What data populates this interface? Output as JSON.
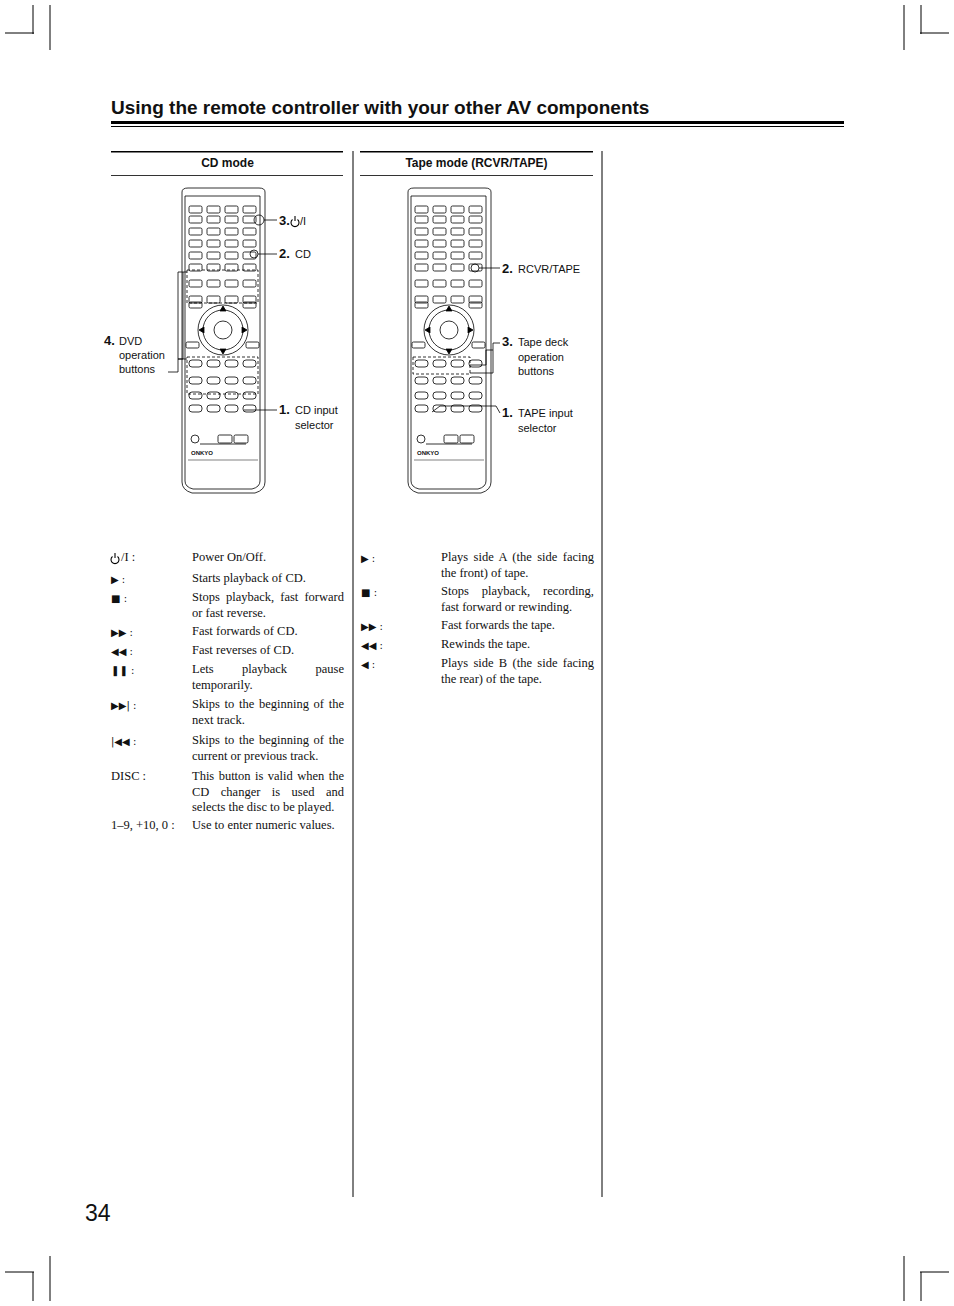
{
  "diagram": {
    "title": "Using the remote controller with your other AV components",
    "labels": [
      "CD mode",
      "Tape mode (RCVR/TAPE)",
      "3.",
      "/I",
      "2.",
      "CD",
      "4.",
      "DVD operation buttons",
      "1.",
      "CD input selector",
      "ONKYO",
      "2.",
      "RCVR/TAPE",
      "3.",
      "Tape deck operation buttons",
      "1.",
      "TAPE input selector",
      "ONKYO",
      "/I :",
      "Power On/Off.",
      "▶ :",
      "Starts playback of CD.",
      "■ :",
      "Stops playback, fast forward or fast reverse.",
      "▶▶ :",
      "Fast forwards of CD.",
      "◀◀ :",
      "Fast reverses of CD.",
      "❚❚ :",
      "Lets playback pause temporarily.",
      "▶▶| :",
      "Skips to the beginning of the next track.",
      "|◀◀ :",
      "Skips to the beginning of the current or previous track.",
      "DISC :",
      "This button is valid when the CD changer is used and selects the disc to be played.",
      "1–9, +10, 0 :",
      "Use to enter numeric values.",
      "▶ :",
      "Plays side A (the side facing the front) of tape.",
      "■ :",
      "Stops playback, recording, fast forward or rewinding.",
      "▶▶ :",
      "Fast forwards the tape.",
      "◀◀ :",
      "Rewinds the tape.",
      "◀ :",
      "Plays side B (the side facing the rear) of the tape.",
      "34"
    ]
  }
}
